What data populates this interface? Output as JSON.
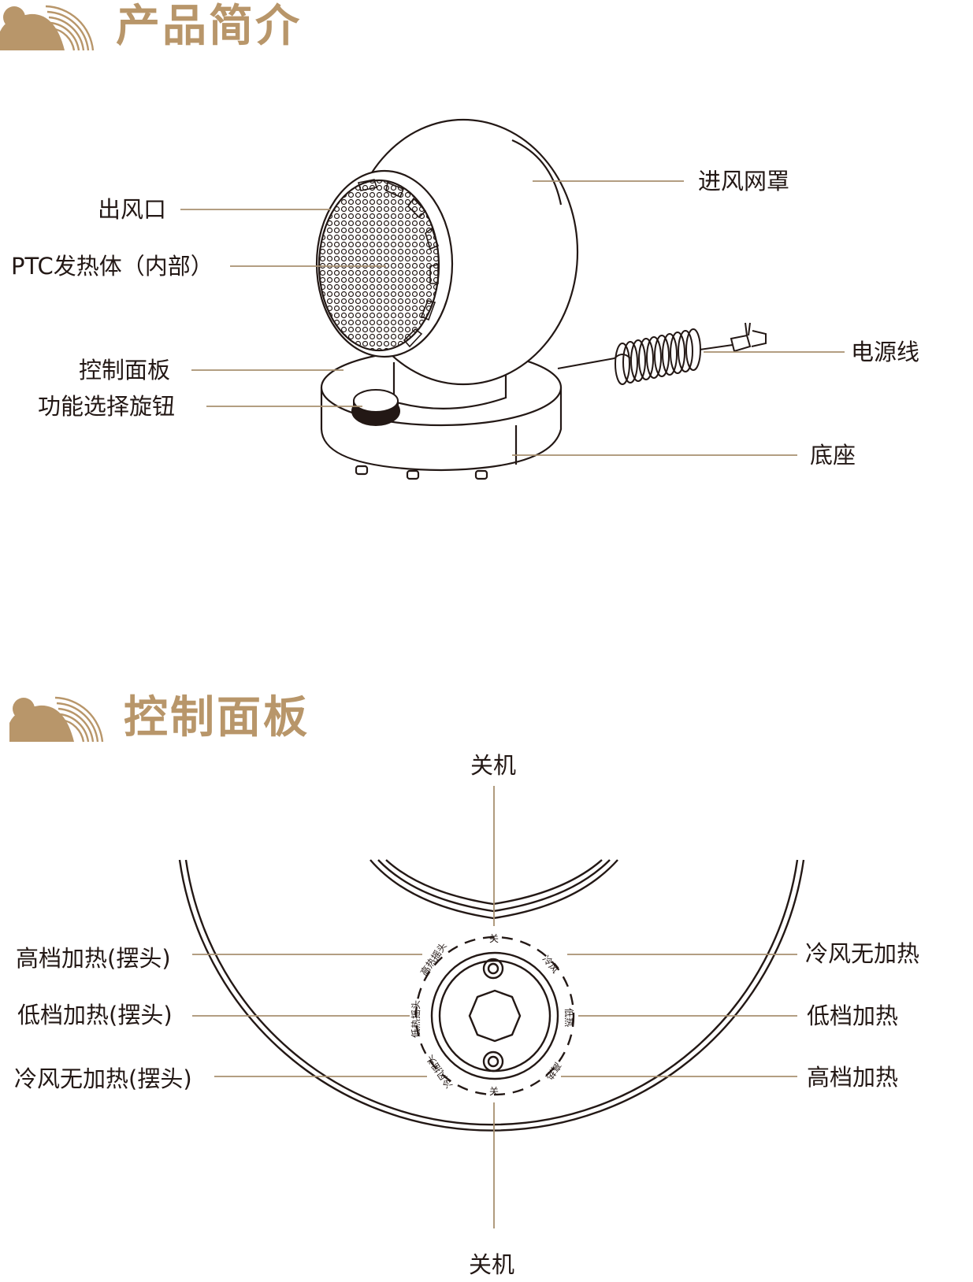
{
  "sections": {
    "intro": {
      "title": "产品简介"
    },
    "panel": {
      "title": "控制面板"
    }
  },
  "intro_labels": {
    "outlet": "出风口",
    "ptc": "PTC发热体（内部）",
    "control_panel": "控制面板",
    "knob": "功能选择旋钮",
    "inlet": "进风网罩",
    "power_cord": "电源线",
    "base": "底座"
  },
  "panel_labels": {
    "off_top": "关机",
    "off_bottom": "关机",
    "high_swing": "高档加热(摆头)",
    "low_swing": "低档加热(摆头)",
    "cool_swing": "冷风无加热(摆头)",
    "cool": "冷风无加热",
    "low": "低档加热",
    "high": "高档加热"
  },
  "dial_marks": {
    "off_top": "关",
    "off_bottom": "关",
    "cool": "冷风",
    "low": "低热",
    "high": "高热",
    "high_swing": "高热摇头",
    "low_swing": "低热摇头",
    "cool_swing": "冷风摇头"
  },
  "colors": {
    "accent": "#b8966a",
    "line": "#231815",
    "leader": "#a89070"
  },
  "icons": {
    "section_logo": "bear-head-with-arcs-icon"
  }
}
